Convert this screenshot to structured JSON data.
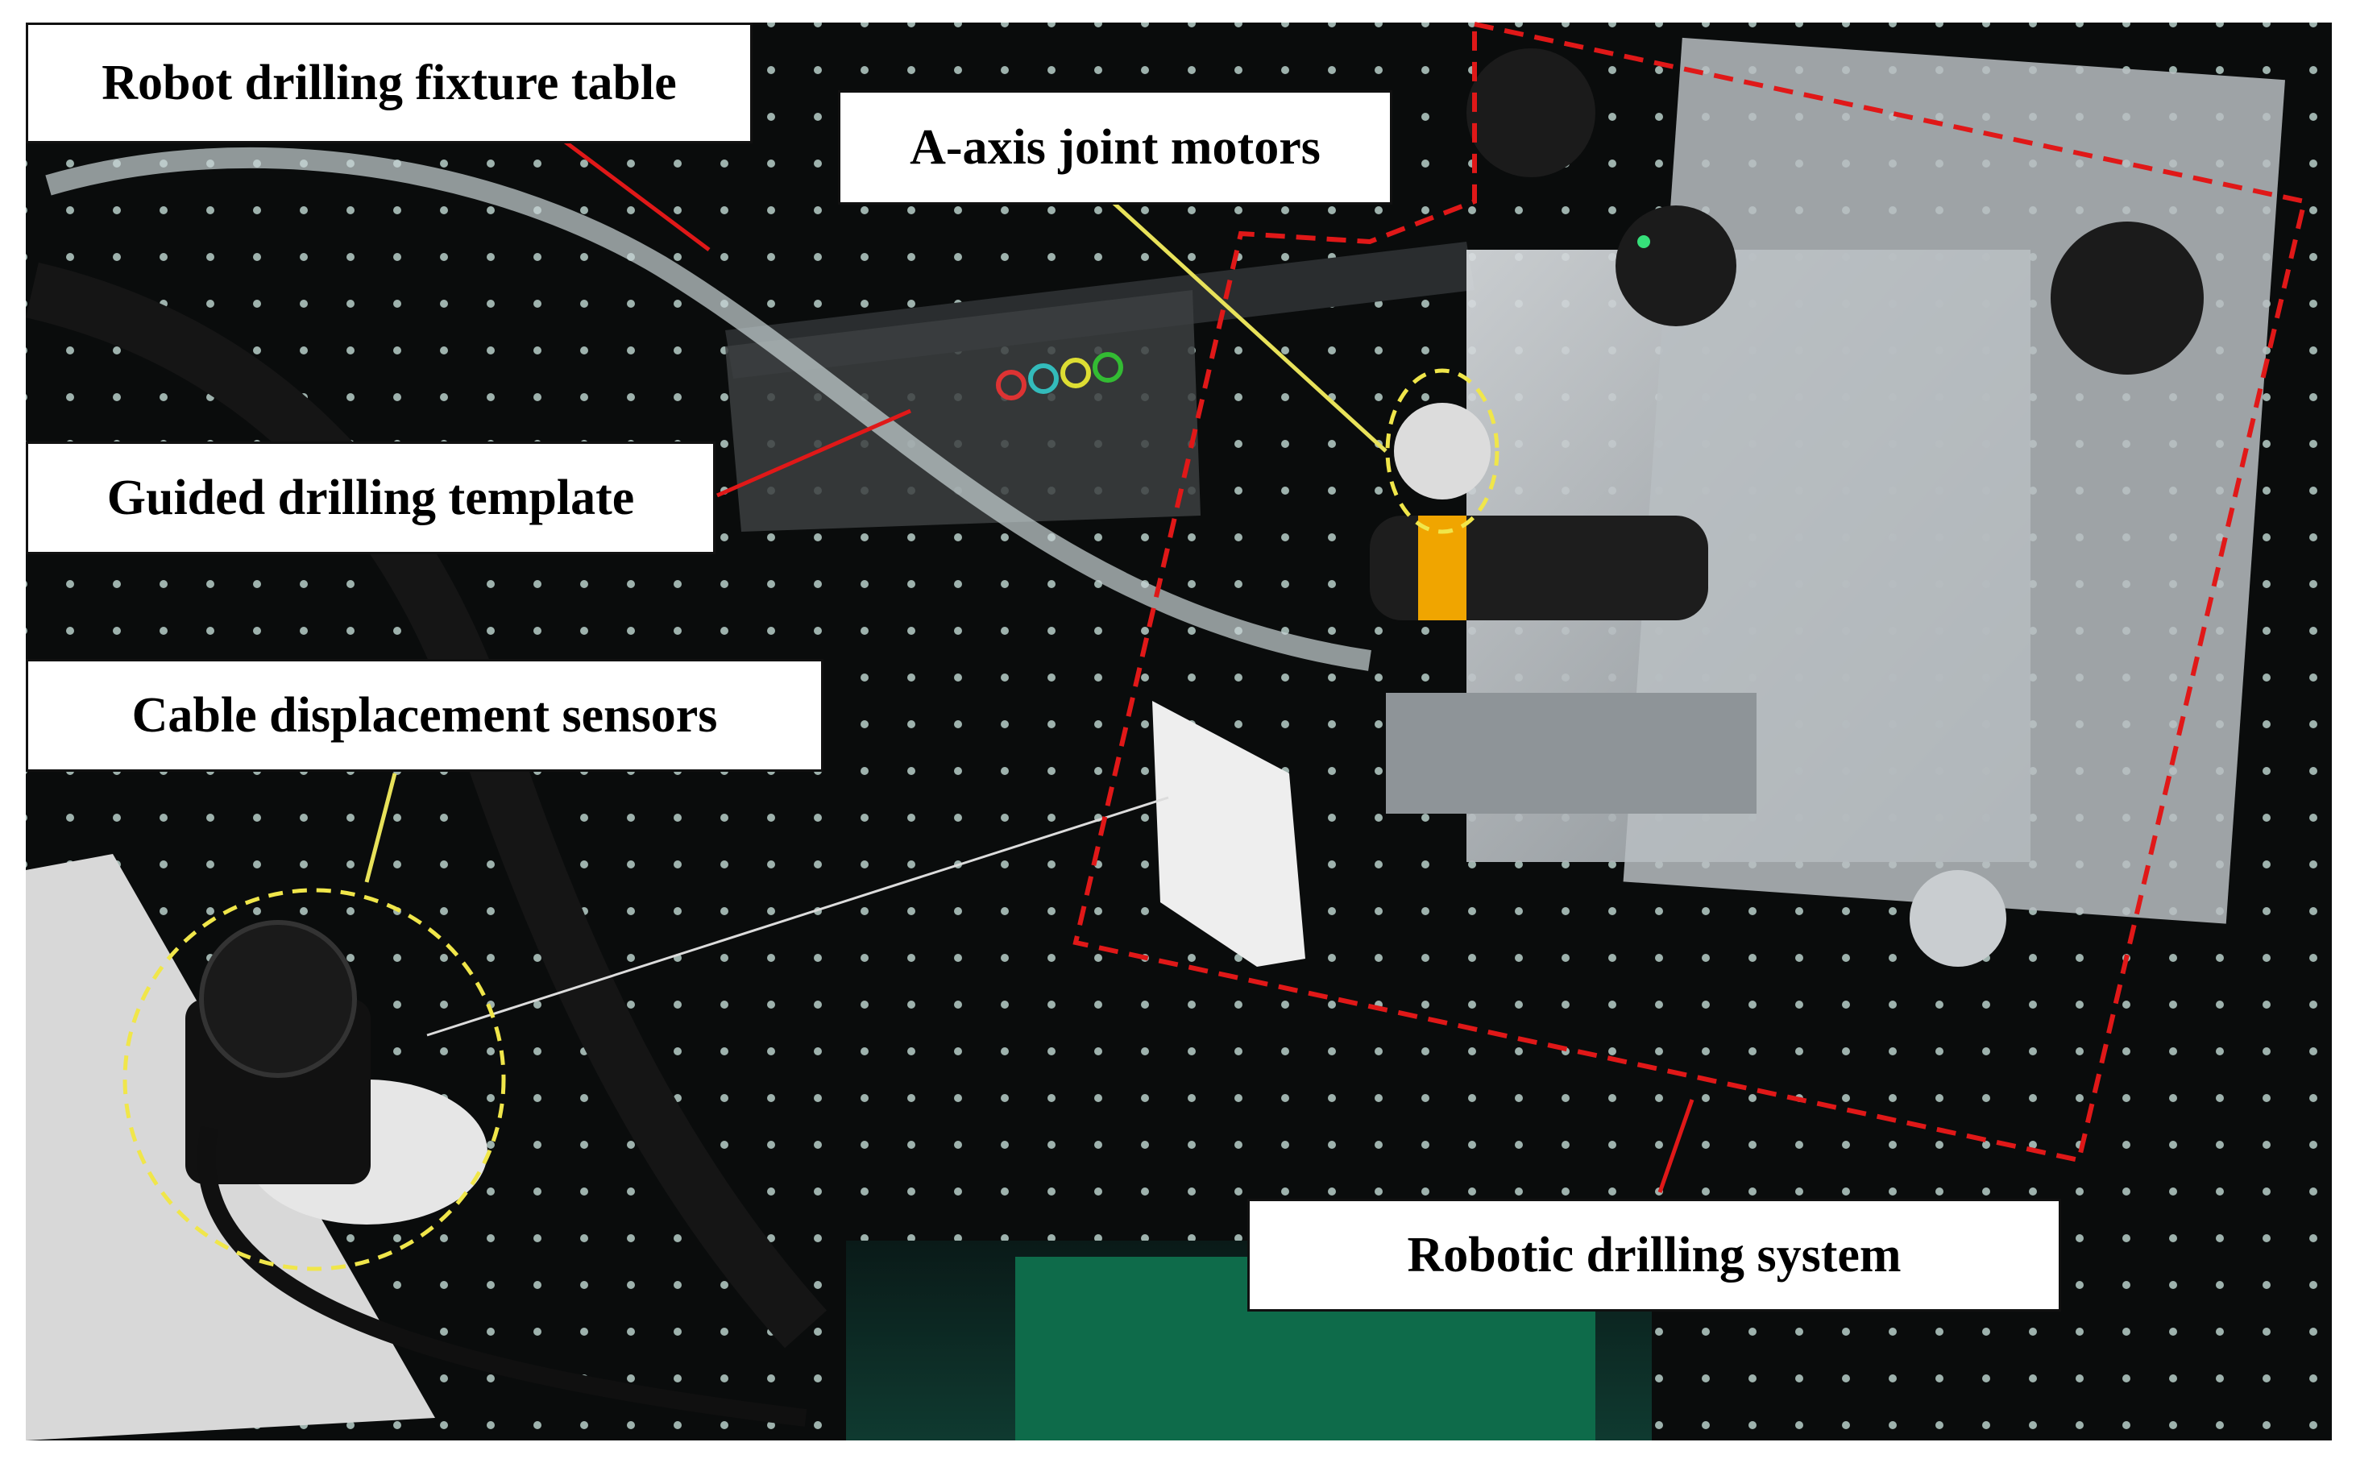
{
  "figure": {
    "labels": {
      "fixture_table": "Robot drilling fixture table",
      "joint_motors": "A-axis joint motors",
      "guided_template": "Guided drilling template",
      "cable_sensors": "Cable displacement sensors",
      "drilling_system": "Robotic drilling system"
    },
    "colors": {
      "leader_red": "#e01818",
      "leader_yellow": "#e8e25a",
      "dashed_box": "#e01818",
      "dashed_circle": "#f0e64a"
    }
  }
}
